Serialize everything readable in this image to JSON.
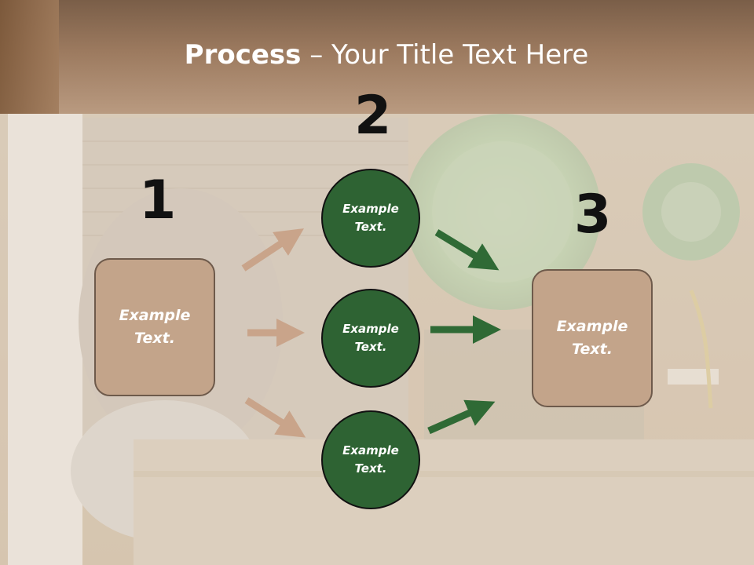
{
  "slide": {
    "title_bold": "Process",
    "title_separator": " – ",
    "title_rest": "Your Title Text Here"
  },
  "steps": {
    "one": "1",
    "two": "2",
    "three": "3"
  },
  "input_box": {
    "text": "Example Text."
  },
  "middle_circles": [
    {
      "text": "Example Text."
    },
    {
      "text": "Example Text."
    },
    {
      "text": "Example Text."
    }
  ],
  "output_box": {
    "text": "Example Text."
  },
  "colors": {
    "box_fill": "#c3a48a",
    "box_border": "#6e5a4b",
    "circle_fill": "#2e6333",
    "left_arrow": "#c9a48a",
    "right_arrow": "#2f6a35",
    "title_bar": "#a3836a"
  }
}
